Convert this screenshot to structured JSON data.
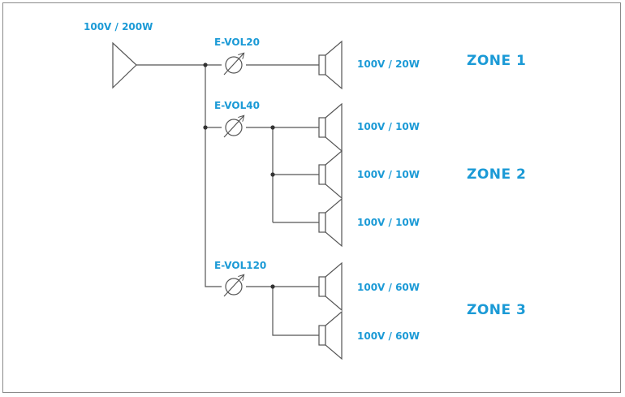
{
  "amplifier": {
    "label": "100V / 200W"
  },
  "controls": [
    {
      "label": "E-VOL20"
    },
    {
      "label": "E-VOL40"
    },
    {
      "label": "E-VOL120"
    }
  ],
  "speakers": [
    {
      "label": "100V / 20W"
    },
    {
      "label": "100V / 10W"
    },
    {
      "label": "100V / 10W"
    },
    {
      "label": "100V / 10W"
    },
    {
      "label": "100V / 60W"
    },
    {
      "label": "100V / 60W"
    }
  ],
  "zones": [
    {
      "label": "ZONE 1"
    },
    {
      "label": "ZONE 2"
    },
    {
      "label": "ZONE 3"
    }
  ],
  "colors": {
    "text_accent": "#1b9ad6",
    "lines": "#555555"
  }
}
